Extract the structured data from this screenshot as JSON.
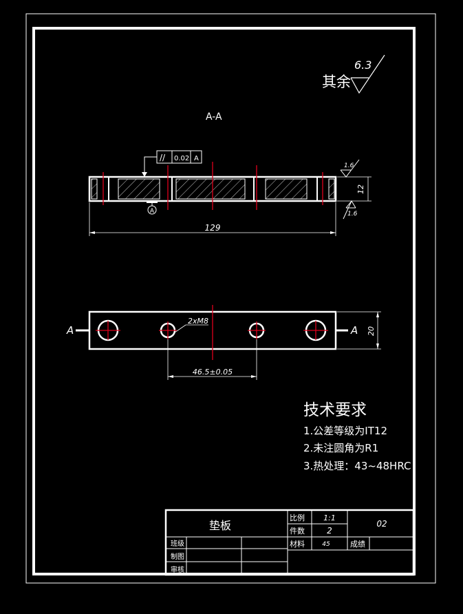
{
  "surface": {
    "value": "6.3",
    "prefix": "其余"
  },
  "section_label": "A-A",
  "tolerance": {
    "symbol": "//",
    "value": "0.02",
    "datum": "A"
  },
  "datum_label": "A",
  "side_view": {
    "roughness_top": "1.6",
    "roughness_bottom": "1.6",
    "thickness_dim": "12",
    "length_dim": "129"
  },
  "top_view": {
    "thread_callout": "2xM8",
    "hole_spacing_dim": "46.5±0.05",
    "width_dim": "20",
    "section_left": "A",
    "section_right": "A"
  },
  "notes": {
    "title": "技术要求",
    "items": [
      "1.公差等级为IT12",
      "2.未注圆角为R1",
      "3.热处理：43~48HRC"
    ]
  },
  "title_block": {
    "part_name": "垫板",
    "scale_label": "比例",
    "scale_value": "1:1",
    "qty_label": "件数",
    "qty_value": "2",
    "material_label": "材料",
    "material_value": "45",
    "drawing_no": "02",
    "grade_label": "成绩",
    "class_label": "班级",
    "drafter_label": "制图",
    "reviewer_label": "审核"
  },
  "colors": {
    "background": "#000000",
    "line": "#ffffff",
    "centerline": "#e0001b"
  }
}
